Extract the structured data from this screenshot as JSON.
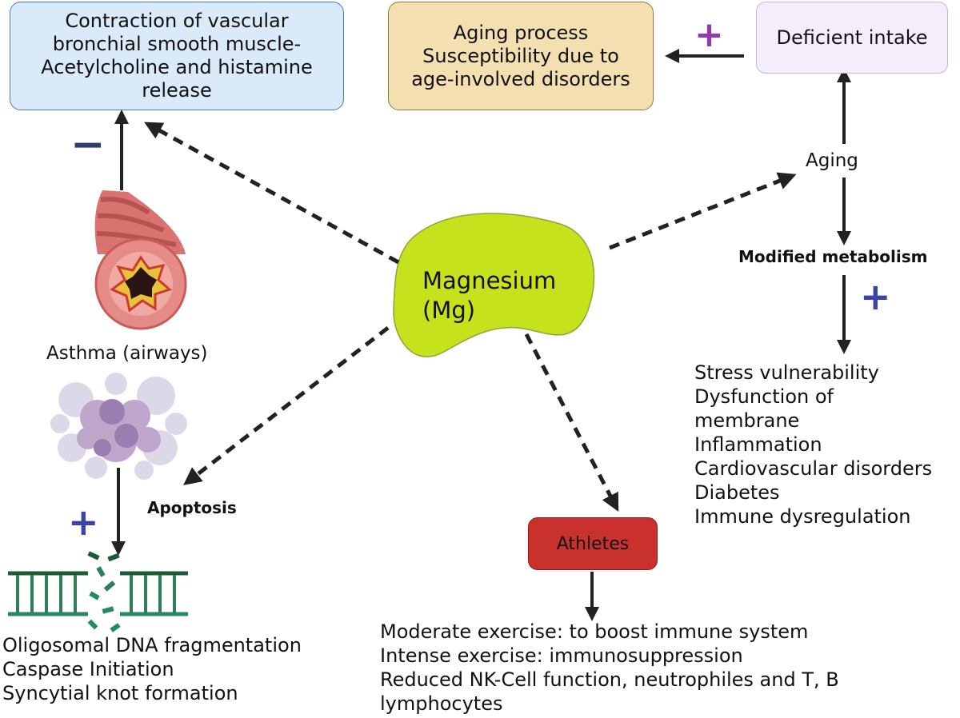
{
  "center": {
    "label_line1": "Magnesium",
    "label_line2": "(Mg)"
  },
  "boxes": {
    "contraction": "Contraction of vascular bronchial smooth muscle-Acetylcholine and histamine release",
    "aging_process": "Aging process Susceptibility due to age-involved disorders",
    "deficient_intake": "Deficient intake",
    "athletes": "Athletes"
  },
  "labels": {
    "aging": "Aging",
    "modified_metabolism": "Modified metabolism",
    "asthma": "Asthma (airways)",
    "apoptosis": "Apoptosis"
  },
  "signs": {
    "minus": "−",
    "plus": "+"
  },
  "age_effects": [
    "Stress vulnerability",
    "Dysfunction of",
    "membrane",
    "Inflammation",
    "Cardiovascular disorders",
    "Diabetes",
    "Immune dysregulation"
  ],
  "apoptosis_effects": [
    "Oligosomal DNA fragmentation",
    "Caspase Initiation",
    "Syncytial knot formation"
  ],
  "athlete_effects": [
    "Moderate exercise: to boost immune system",
    "Intense exercise: immunosuppression",
    "Reduced NK-Cell function, neutrophiles and T, B",
    "lymphocytes"
  ],
  "colors": {
    "contraction_fill": "#dbeaf8",
    "contraction_border": "#4b78a8",
    "aging_fill": "#f3dfb0",
    "aging_border": "#9b7438",
    "deficient_fill": "#f4eefc",
    "deficient_border": "#c6b3e0",
    "athletes_fill": "#c9312d",
    "athletes_border": "#8e1d1a",
    "magnesium_fill": "#c6e21c",
    "minus": "#2f3d6a",
    "plus_blue": "#3a44a8",
    "plus_purple": "#8e3cae"
  }
}
